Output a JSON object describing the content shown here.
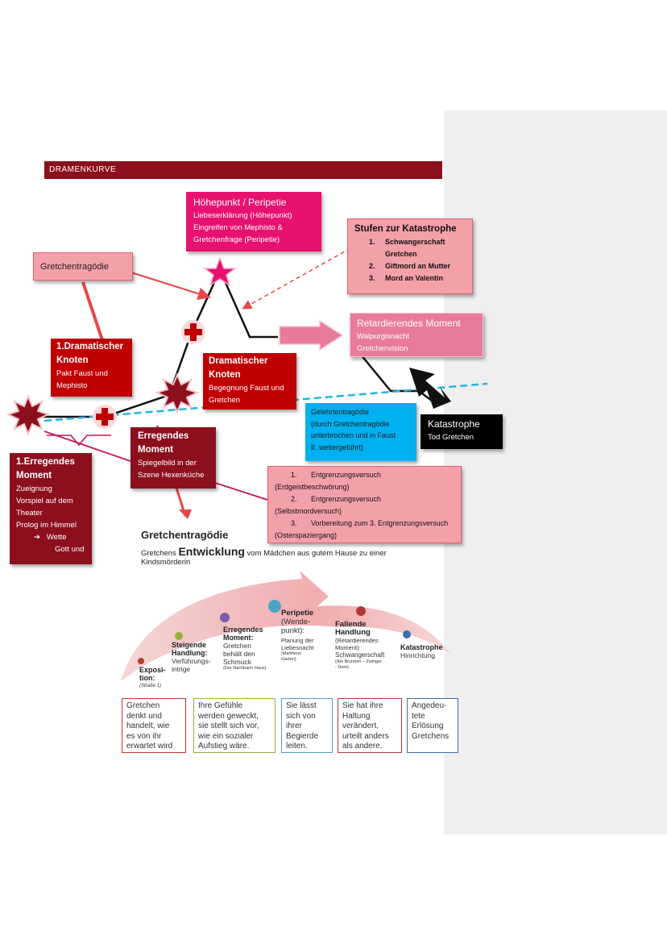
{
  "header": {
    "title": "DRAMENKURVE"
  },
  "hoehepunkt": {
    "title": "Höhepunkt / Peripetie",
    "lines": [
      "Liebeserklärung (Höhepunkt)",
      "Eingreifen von Mephisto &",
      "Gretchenfrage (Peripetie)"
    ]
  },
  "stufen": {
    "title": "Stufen zur Katastrophe",
    "items": [
      {
        "num": "1.",
        "text": "Schwangerschaft"
      },
      {
        "num": "",
        "text": "Gretchen"
      },
      {
        "num": "2.",
        "text": "Giftmord an Mutter"
      },
      {
        "num": "3.",
        "text": "Mord an Valentin"
      }
    ]
  },
  "gretchentragoedie_label": "Gretchentragödie",
  "retardierend": {
    "title": "Retardierendes Moment",
    "lines": [
      "Walpurgisnacht",
      "Gretchenvision"
    ]
  },
  "knoten1": {
    "title1": "1.Dramatischer",
    "title2": "Knoten",
    "lines": [
      "Pakt Faust und",
      "Mephisto"
    ]
  },
  "knoten2": {
    "title1": "Dramatischer",
    "title2": "Knoten",
    "lines": [
      "Begegnung Faust und",
      "Gretchen"
    ]
  },
  "gelehrten": {
    "lines": [
      "Gelehrtentragödie",
      "(durch Gretchentragödie",
      "unterbrochen und in Faust",
      "II. weitergeführt)"
    ]
  },
  "katastrophe": {
    "title": "Katastrophe",
    "line": "Tod Gretchen"
  },
  "erregendes": {
    "title1": "Erregendes",
    "title2": "Moment",
    "lines": [
      "Spiegelbild in der",
      "Szene Hexenküche"
    ]
  },
  "erregendes1": {
    "title1": "1.Erregendes",
    "title2": "Moment",
    "lines": [
      "Zueignung",
      "Vorspiel auf dem",
      "Theater",
      "Prolog im Himmel"
    ],
    "arrow": "➔",
    "sub1": "Wette",
    "sub2": "Gott und"
  },
  "entgrenzung": {
    "items": [
      {
        "num": "1.",
        "text": "Entgrenzungsversuch",
        "sub": "(Erdgeistbeschwörung)"
      },
      {
        "num": "2.",
        "text": "Entgrenzungsversuch",
        "sub": "(Selbstmordversuch)"
      },
      {
        "num": "3.",
        "text": "Vorbereitung zum 3. Entgrenzungsversuch",
        "sub": "(Osterspaziergang)"
      }
    ]
  },
  "lower": {
    "title": "Gretchentragödie",
    "subtitle_pre": "Gretchens ",
    "subtitle_big": "Entwicklung",
    "subtitle_post": " vom Mädchen aus gutem Hause zu einer",
    "subtitle_line2": "Kindsmörderin",
    "stages": [
      {
        "title": "Exposi-",
        "title2": "tion:",
        "small": "(Straße 1)"
      },
      {
        "title": "Steigende",
        "title2": "Handlung:",
        "desc": [
          "Verführungs-",
          "intrige"
        ]
      },
      {
        "title": "Erregendes",
        "title2": "Moment:",
        "desc": [
          "Gretchen",
          "behält den",
          "Schmuck"
        ],
        "small": "(Der Nachbarin Haus)"
      },
      {
        "title": "Peripetie",
        "title2": "(Wende-",
        "title3": "punkt):",
        "desc": [
          "Planung der",
          "Liebesnacht"
        ],
        "small1": "(Marthens",
        "small2": "Garten)"
      },
      {
        "title": "Fallende",
        "title2": "Handlung",
        "desc": [
          "(Retardierendes",
          "Moment):",
          "Schwangerschaft"
        ],
        "small1": "(Am Brunnen – Zwinger",
        "small2": "- Dom)"
      },
      {
        "title": "Katastrophe",
        "desc": [
          "Hinrichtung"
        ]
      }
    ],
    "boxes": [
      {
        "lines": [
          "Gretchen",
          "denkt und",
          "handelt, wie",
          "es von ihr",
          "erwartet wird"
        ],
        "color": "#c0392b"
      },
      {
        "lines": [
          "Ihre Gefühle",
          "werden geweckt,",
          "sie stellt sich vor,",
          "wie ein sozialer",
          "Aufstieg wäre."
        ],
        "color": "#9aae3a"
      },
      {
        "lines": [
          "Sie lässt",
          "sich von",
          "ihrer",
          "Begierde",
          "leiten."
        ],
        "color": "#4aa3c4"
      },
      {
        "lines": [
          "Sie hat ihre",
          "Haltung",
          "verändert,",
          "urteilt anders",
          "als andere."
        ],
        "color": "#b03a3a"
      },
      {
        "lines": [
          "Angedeu-",
          "tete",
          "Erlösung",
          "Gretchens"
        ],
        "color": "#3a6fb0"
      }
    ]
  },
  "colors": {
    "dark_red": "#8c0f1e",
    "red": "#c00000",
    "pink": "#e8116f",
    "rose": "#f4a0a8",
    "cyan": "#00b0f0"
  }
}
